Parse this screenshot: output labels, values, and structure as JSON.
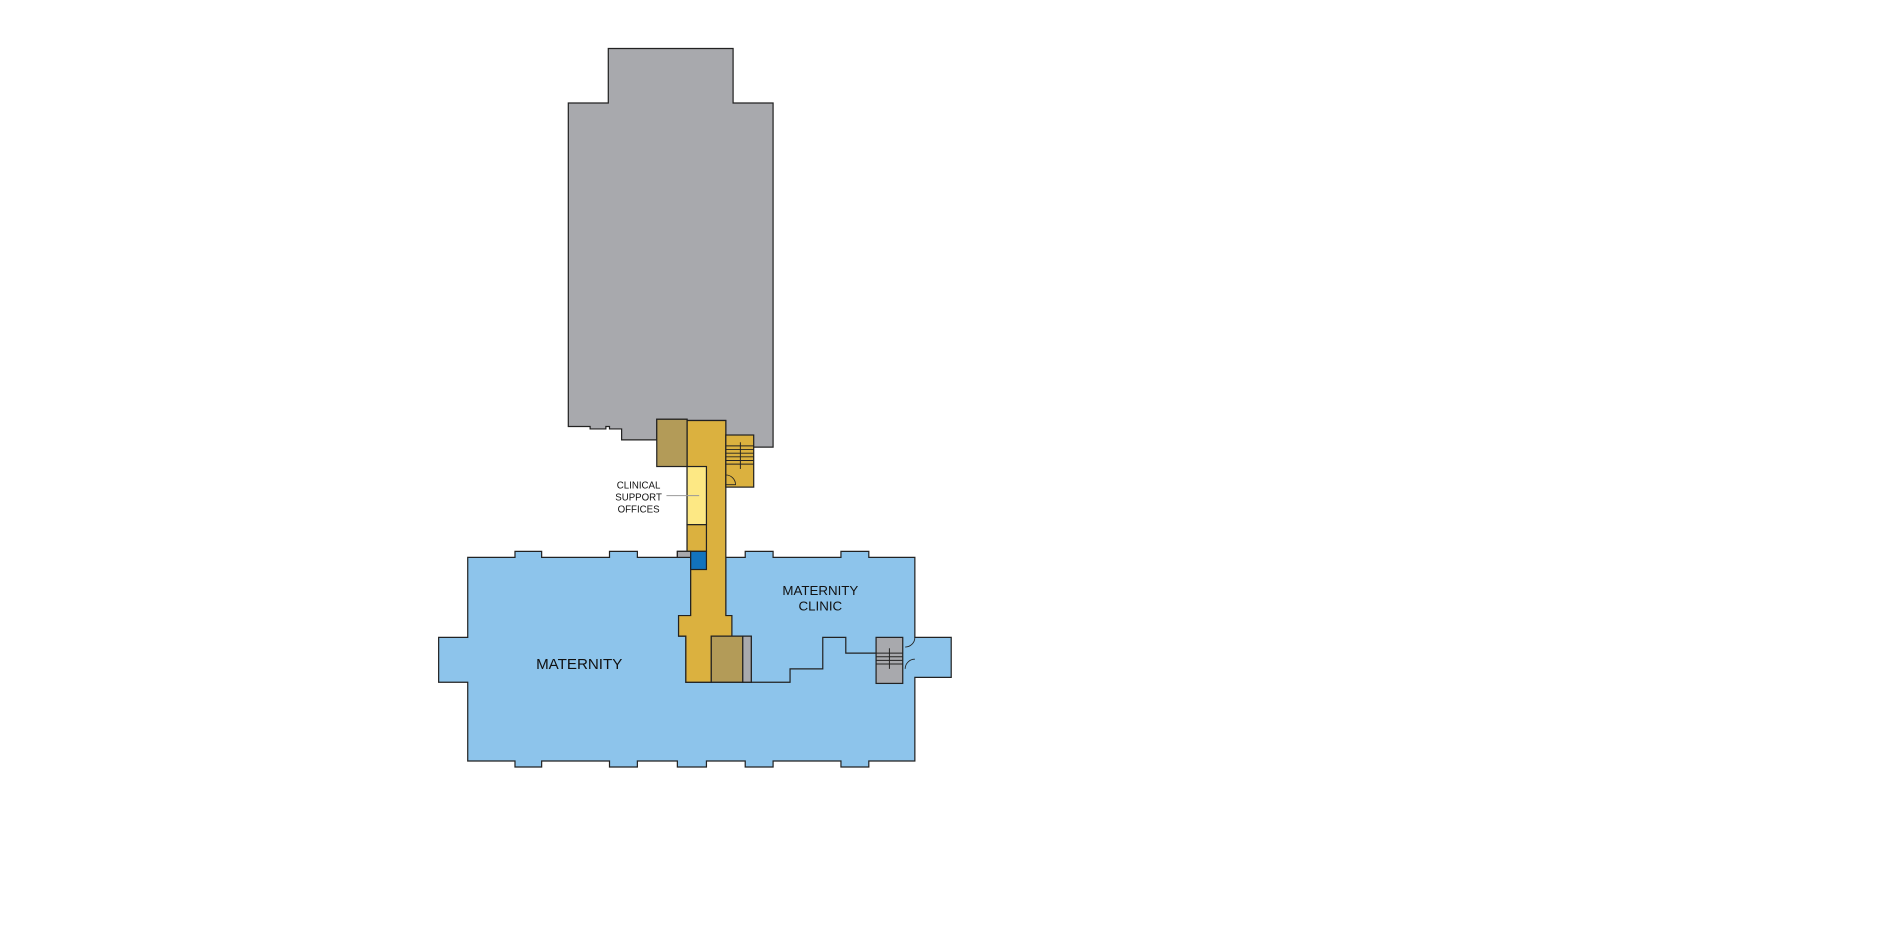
{
  "colors": {
    "existing_building": "#a8a9ad",
    "maternity": "#8dc4eb",
    "corridor": "#dbb13f",
    "support_room": "#b39b58",
    "clinical_support": "#fde884",
    "blue_room": "#1273bd",
    "outline": "#222222"
  },
  "labels": {
    "clinical_support": [
      "CLINICAL",
      "SUPPORT",
      "OFFICES"
    ],
    "maternity": "MATERNITY",
    "maternity_clinic": [
      "MATERNITY",
      "CLINIC"
    ]
  }
}
